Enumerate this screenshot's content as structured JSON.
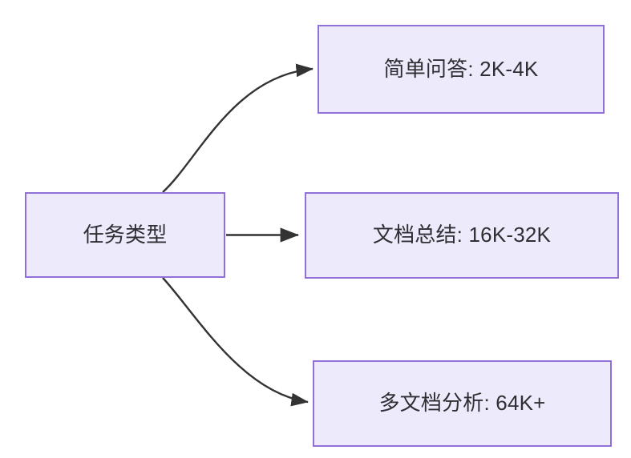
{
  "diagram": {
    "type": "flowchart",
    "direction": "left-to-right",
    "background_color": "#FFFFFF",
    "node_fill_color": "#ECEAFB",
    "node_border_color": "#9171D8",
    "node_text_color": "#2F2F33",
    "edge_color": "#333333",
    "nodes": [
      {
        "id": "root",
        "label": "任务类型"
      },
      {
        "id": "simple_qa",
        "label": "简单问答: 2K-4K"
      },
      {
        "id": "doc_summary",
        "label": "文档总结: 16K-32K"
      },
      {
        "id": "multi_doc",
        "label": "多文档分析: 64K+"
      }
    ],
    "edges": [
      {
        "from": "root",
        "to": "simple_qa",
        "style": "curved",
        "arrow": "arrowhead-icon"
      },
      {
        "from": "root",
        "to": "doc_summary",
        "style": "straight",
        "arrow": "arrowhead-icon"
      },
      {
        "from": "root",
        "to": "multi_doc",
        "style": "curved",
        "arrow": "arrowhead-icon"
      }
    ]
  }
}
